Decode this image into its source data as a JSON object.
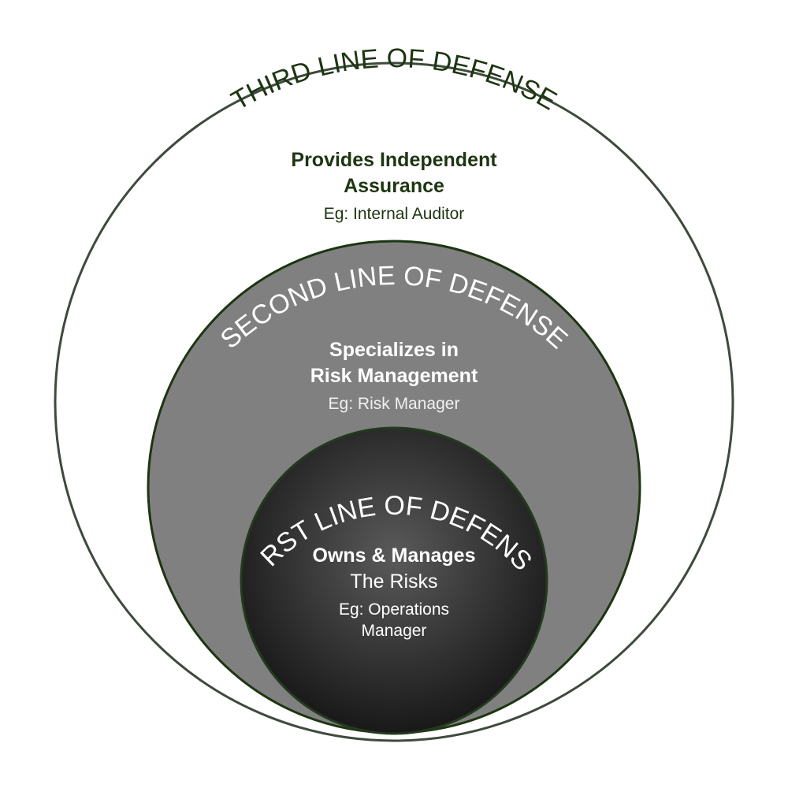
{
  "colors": {
    "outer_stroke": "#3e4a3e",
    "middle_fill": "#808080",
    "middle_stroke": "#1d3511",
    "inner_fill_center": "#5a5a5a",
    "inner_fill_edge": "#161616",
    "inner_stroke": "#233a1e",
    "dark_green_text": "#1d3511"
  },
  "third": {
    "title": "THIRD LINE OF DEFENSE",
    "head_line1": "Provides Independent",
    "head_line2": "Assurance",
    "example": "Eg: Internal Auditor"
  },
  "second": {
    "title": "SECOND LINE OF DEFENSE",
    "head_line1": "Specializes in",
    "head_line2": "Risk Management",
    "example": "Eg: Risk Manager"
  },
  "first": {
    "title": "FIRST LINE OF DEFENSE",
    "head_line1": "Owns & Manages",
    "head_line2": "The Risks",
    "example_line1": "Eg: Operations",
    "example_line2": "Manager"
  }
}
